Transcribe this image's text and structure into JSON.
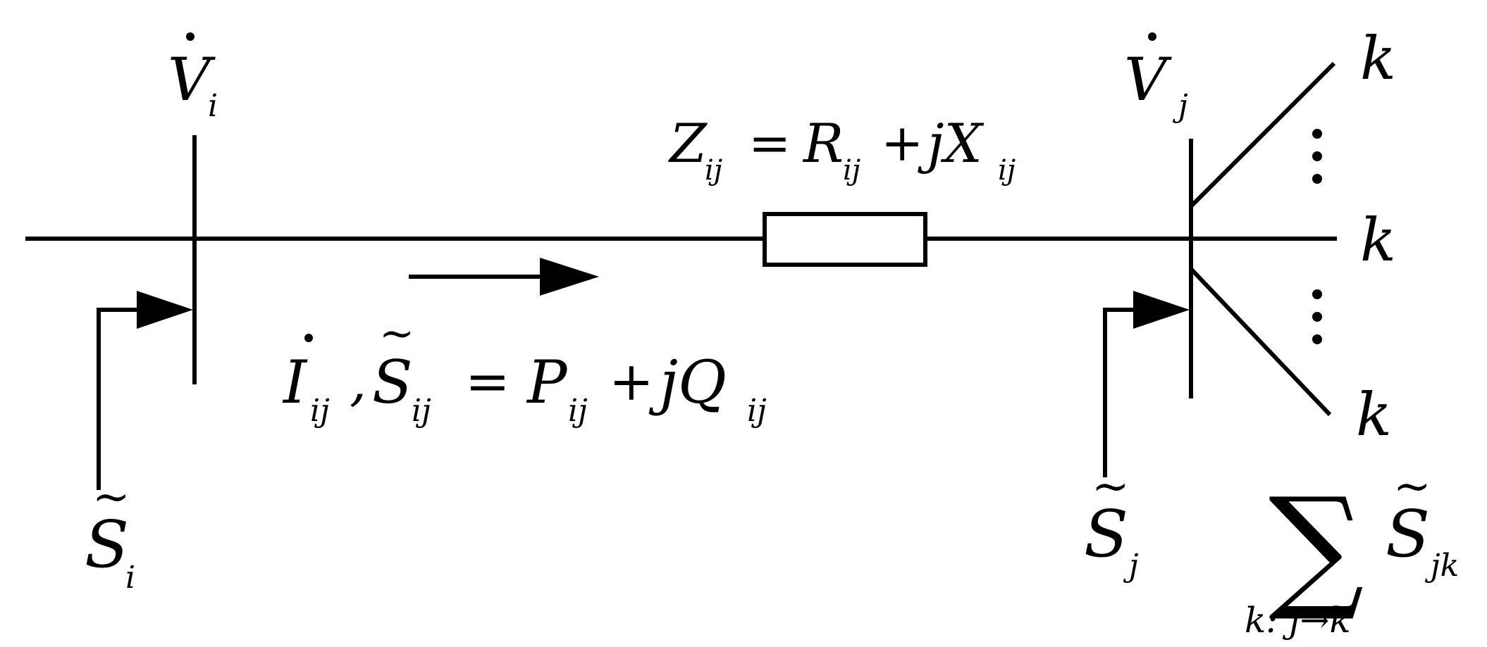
{
  "bus_i": {
    "voltage": "V",
    "voltage_sub": "i",
    "power_inj": "S",
    "power_inj_sub": "i"
  },
  "bus_j": {
    "voltage": "V",
    "voltage_sub": "j",
    "power_inj": "S",
    "power_inj_sub": "j"
  },
  "branch": {
    "impedance_lhs": "Z",
    "impedance_lhs_sub": "ij",
    "equals": "=",
    "resistance": "R",
    "resistance_sub": "ij",
    "plus": "+",
    "reactance": "jX",
    "reactance_sub": "ij",
    "current": "I",
    "current_sub": "ij",
    "comma": ",",
    "flow": "S",
    "flow_sub": "ij",
    "active": "P",
    "active_sub": "ij",
    "reactive": "jQ",
    "reactive_sub": "ij"
  },
  "downstream": {
    "node_label": "k",
    "sum_symbol": "∑",
    "sum_index": "k: j→k",
    "sum_term": "S",
    "sum_term_sub": "jk"
  }
}
